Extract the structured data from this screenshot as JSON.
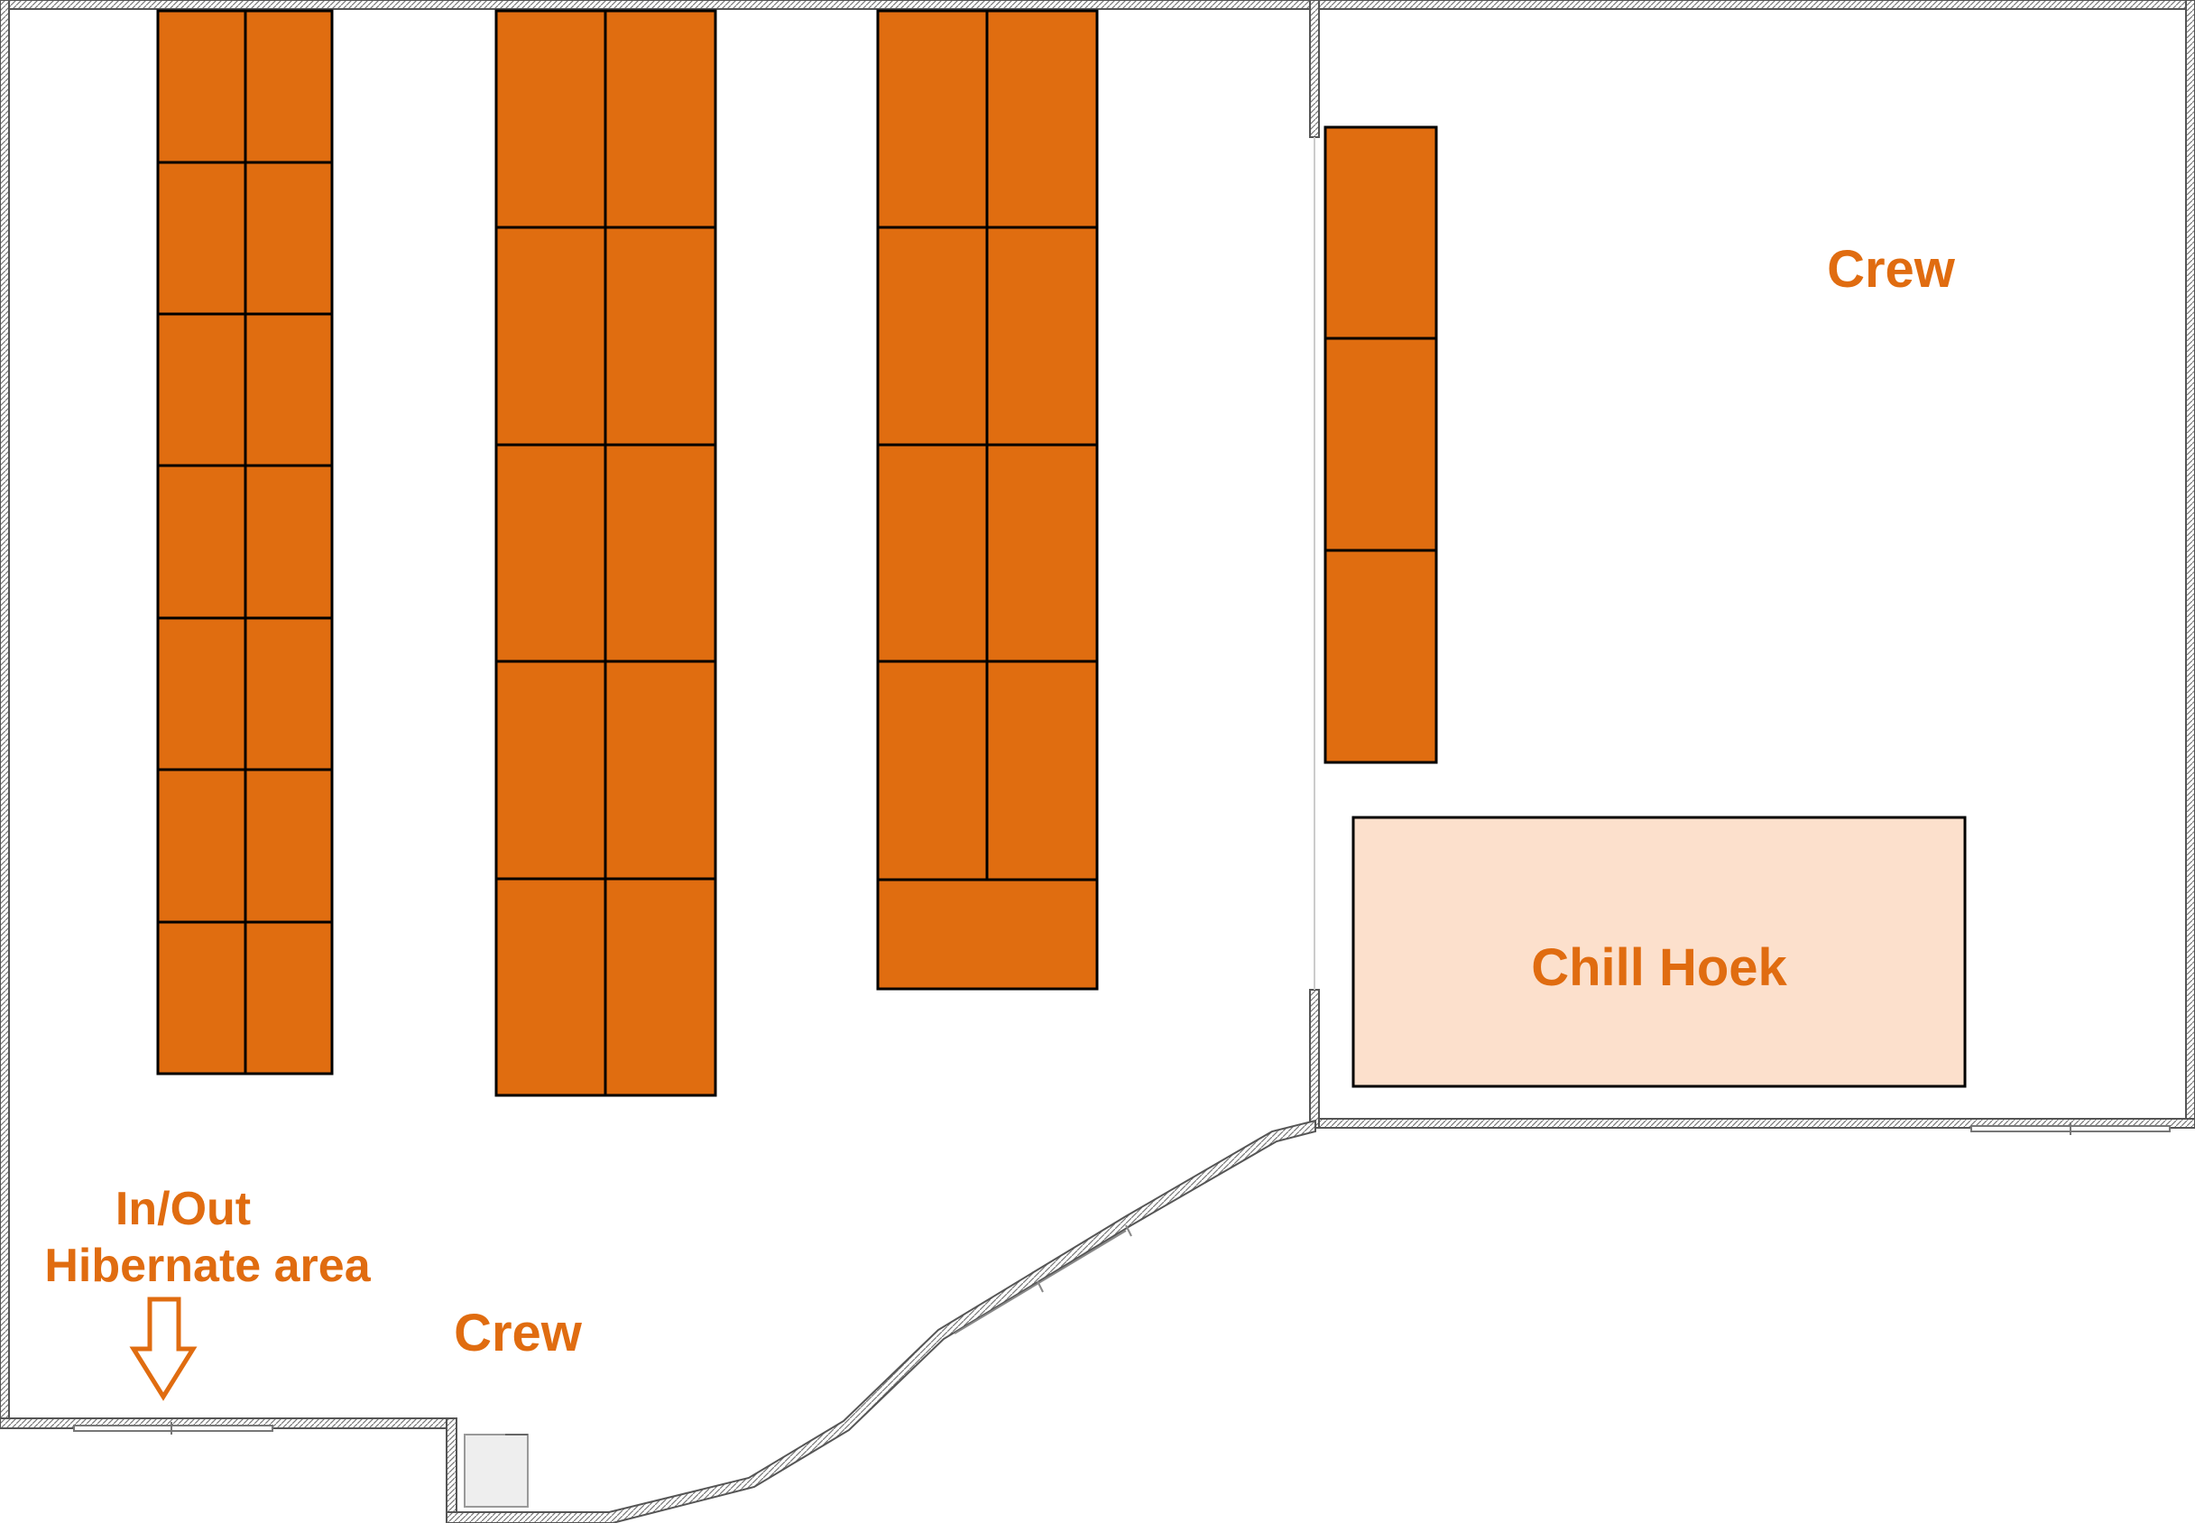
{
  "labels": {
    "crew_top": "Crew",
    "crew_bottom": "Crew",
    "chill_hoek": "Chill Hoek",
    "entry_line1": "In/Out",
    "entry_line2": "Hibernate area"
  },
  "colors": {
    "tent_fill": "#e06d10",
    "label": "#e06c10",
    "lounge_fill": "#fce0cc",
    "wall": "#555555",
    "outline": "#000000"
  },
  "icons": {
    "entry_arrow": "down-arrow-icon"
  },
  "blocks": {
    "column_1": {
      "cols": 2,
      "rows": 7
    },
    "column_2": {
      "cols": 2,
      "rows": 5
    },
    "column_3": {
      "cols": 2,
      "rows": 4,
      "full_width_rows_below": 1
    },
    "column_4": {
      "cols": 1,
      "rows": 3
    }
  }
}
